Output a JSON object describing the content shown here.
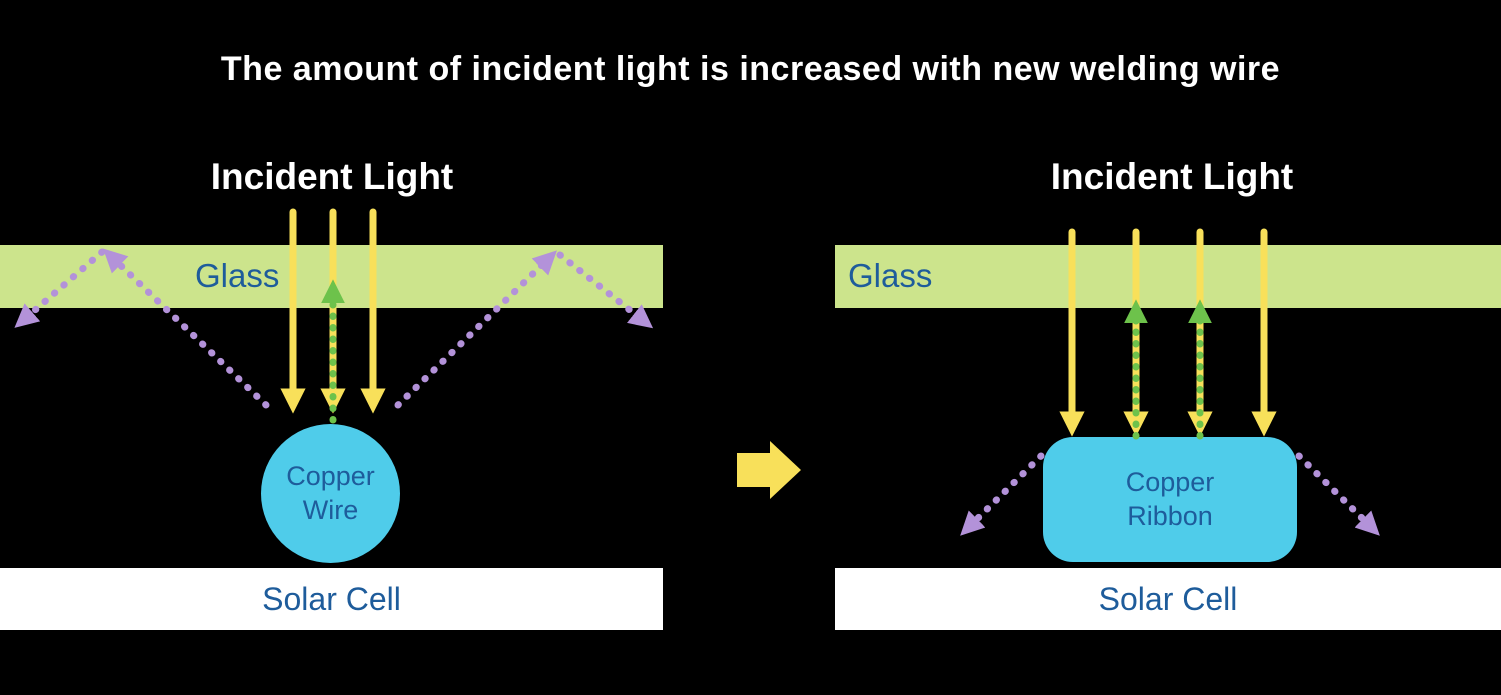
{
  "title": "The amount of incident light is increased with new welding wire",
  "colors": {
    "background": "#000000",
    "title_text": "#ffffff",
    "label_blue": "#1e5c9b",
    "glass_fill": "#cce48c",
    "copper_fill": "#4fccea",
    "solar_fill": "#ffffff",
    "yellow_arrow": "#f8e05a",
    "green_arrow": "#6dc24b",
    "purple_arrow": "#b392d9"
  },
  "left_panel": {
    "incident_light_label": "Incident Light",
    "glass_label": "Glass",
    "copper_label_line1": "Copper",
    "copper_label_line2": "Wire",
    "solar_cell_label": "Solar Cell"
  },
  "right_panel": {
    "incident_light_label": "Incident Light",
    "glass_label": "Glass",
    "copper_label_line1": "Copper",
    "copper_label_line2": "Ribbon",
    "solar_cell_label": "Solar Cell"
  }
}
